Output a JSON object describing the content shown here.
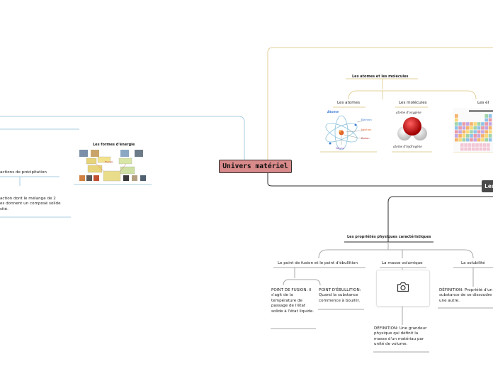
{
  "central_topic": "Univers matériel",
  "left_branch": {
    "title": "Les formes d'énergie",
    "item_top": "actions de précipitation",
    "item_bottom": "action dont le mélange de 2\nes donnent un composé solide\nsité."
  },
  "top_branch": {
    "title": "Les atomes et les molécules",
    "atomes": {
      "label": "Les atomes",
      "diagram": {
        "atome": "Atome",
        "electron": "Électron",
        "neutron": "Neutron",
        "proton": "Proton",
        "noyau": "Noyau"
      }
    },
    "molecules": {
      "label": "Les molécules",
      "diagram": {
        "oxygene": "atome d'oxygène",
        "hydrogene": "atome d'hydrogène"
      }
    },
    "elements": {
      "label": "Les él"
    }
  },
  "right_box": {
    "label": "Les"
  },
  "bottom_branch": {
    "title": "Les propriétés physiques caractéristiques",
    "fusion": {
      "label": "Le point de fusion et le point d'ébullition",
      "fusion_def": "POINT DE FUSION: Il s'agit de la température de passage de l'état solide à l'état liquide.",
      "ebullition_def": "POINT D'ÉBULLITION: Quand la substance commence à bouillir."
    },
    "masse": {
      "label": "La masse volumique",
      "icon": "camera-icon",
      "def": "DÉFINITION: Une grandeur physique qui définit la masse d'un matériau par unité de volume."
    },
    "solubilite": {
      "label": "La solubilité",
      "def": "DÉFINITION: Propriété d'un substance de se dissoudre une autre."
    }
  },
  "colors": {
    "top_branch": "#e3cf9a",
    "left_branch": "#a9cde0",
    "bottom_branch": "#2e2e2e",
    "central_fill": "#d98a8a",
    "fusion_line": "#a7a7a7"
  }
}
